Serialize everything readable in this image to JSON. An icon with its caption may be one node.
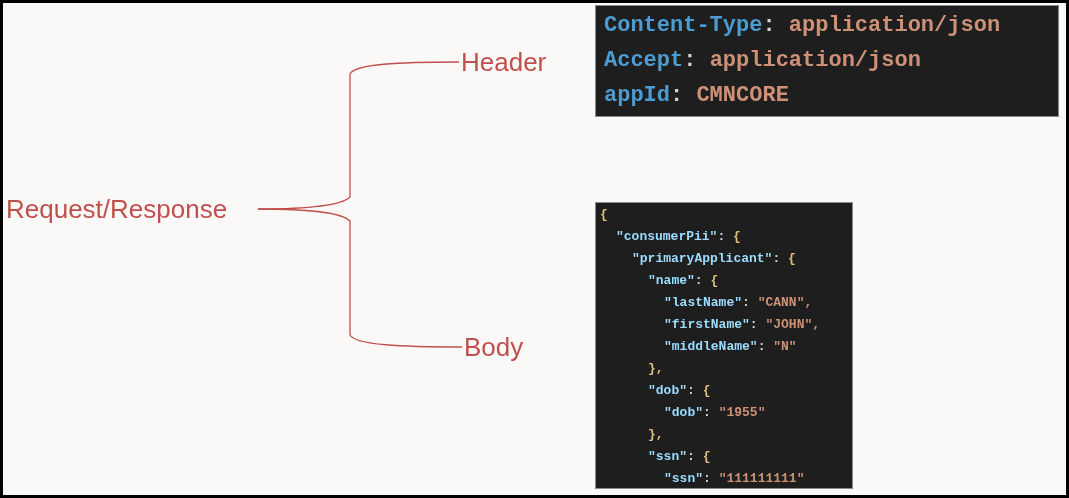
{
  "diagram": {
    "nodes": [
      {
        "text": [
          "Request/Response"
        ]
      },
      {
        "text": [
          "Header"
        ]
      },
      {
        "text": [
          "Body"
        ]
      },
      {
        "text": [
          "Content-Type: application/json",
          "Accept: application/json",
          "appId: CMNCORE"
        ]
      },
      {
        "text": [
          "{",
          "\"consumerPii\": {",
          "\"primaryApplicant\": {",
          "\"name\": {",
          "\"lastName\": \"CANN\",",
          "\"firstName\": \"JOHN\",",
          "\"middleName\": \"N\"",
          "},",
          "\"dob\": {",
          "\"dob\": \"1955\"",
          "},",
          "\"ssn\": {",
          "\"ssn\": \"111111111\""
        ]
      }
    ],
    "edges": [
      {
        "from": 0,
        "to": 1,
        "arrow": "none"
      },
      {
        "from": 0,
        "to": 2,
        "arrow": "none"
      }
    ]
  }
}
